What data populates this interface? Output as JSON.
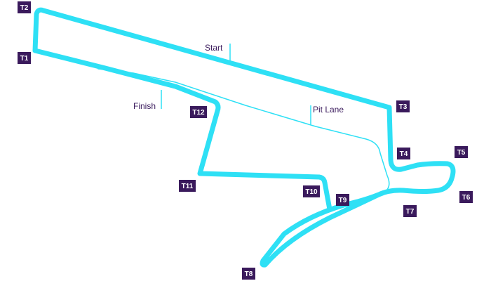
{
  "colors": {
    "track": "#2ee0f5",
    "label_box": "#3a1a5c",
    "label_text": "#ffffff",
    "callout_text": "#3a1a5c",
    "background": "#ffffff"
  },
  "callouts": {
    "start": "Start",
    "finish": "Finish",
    "pit_lane": "Pit Lane"
  },
  "turns": {
    "t1": "T1",
    "t2": "T2",
    "t3": "T3",
    "t4": "T4",
    "t5": "T5",
    "t6": "T6",
    "t7": "T7",
    "t8": "T8",
    "t9": "T9",
    "t10": "T10",
    "t11": "T11",
    "t12": "T12"
  }
}
